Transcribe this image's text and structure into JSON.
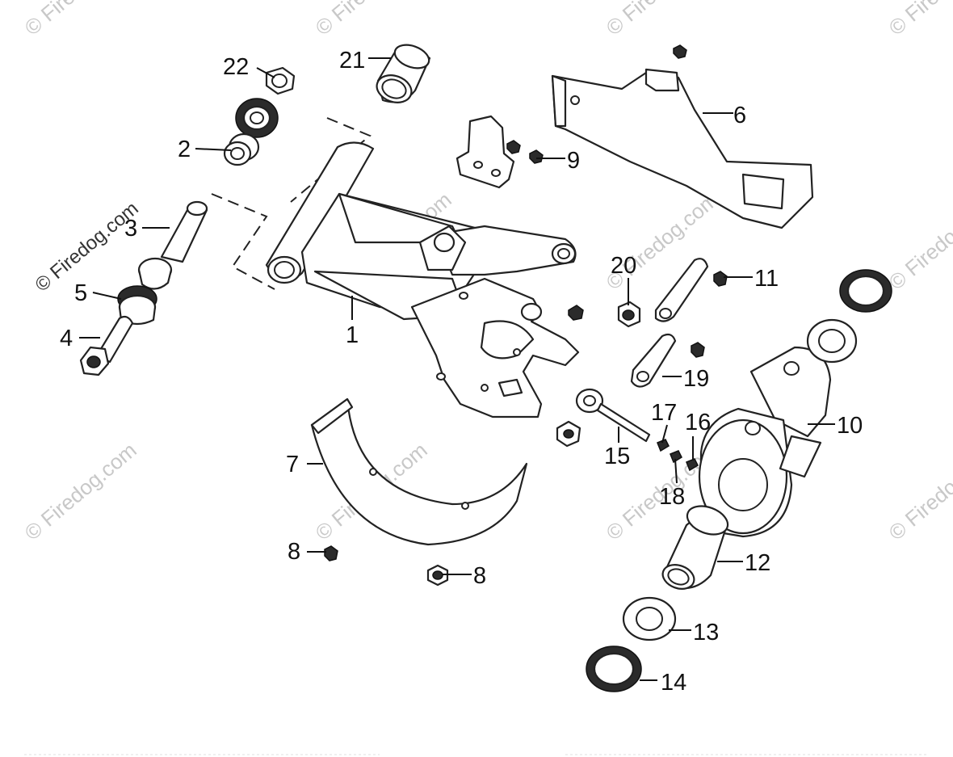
{
  "watermark": {
    "text": "© Firedog.com"
  },
  "callouts": [
    {
      "id": "1",
      "label": "1"
    },
    {
      "id": "2",
      "label": "2"
    },
    {
      "id": "3",
      "label": "3"
    },
    {
      "id": "4",
      "label": "4"
    },
    {
      "id": "5",
      "label": "5"
    },
    {
      "id": "6",
      "label": "6"
    },
    {
      "id": "7",
      "label": "7"
    },
    {
      "id": "8a",
      "label": "8"
    },
    {
      "id": "8b",
      "label": "8"
    },
    {
      "id": "9",
      "label": "9"
    },
    {
      "id": "10",
      "label": "10"
    },
    {
      "id": "11",
      "label": "11"
    },
    {
      "id": "12",
      "label": "12"
    },
    {
      "id": "13",
      "label": "13"
    },
    {
      "id": "14",
      "label": "14"
    },
    {
      "id": "15",
      "label": "15"
    },
    {
      "id": "16",
      "label": "16"
    },
    {
      "id": "17",
      "label": "17"
    },
    {
      "id": "18",
      "label": "18"
    },
    {
      "id": "19",
      "label": "19"
    },
    {
      "id": "20",
      "label": "20"
    },
    {
      "id": "21",
      "label": "21"
    },
    {
      "id": "22",
      "label": "22"
    }
  ]
}
